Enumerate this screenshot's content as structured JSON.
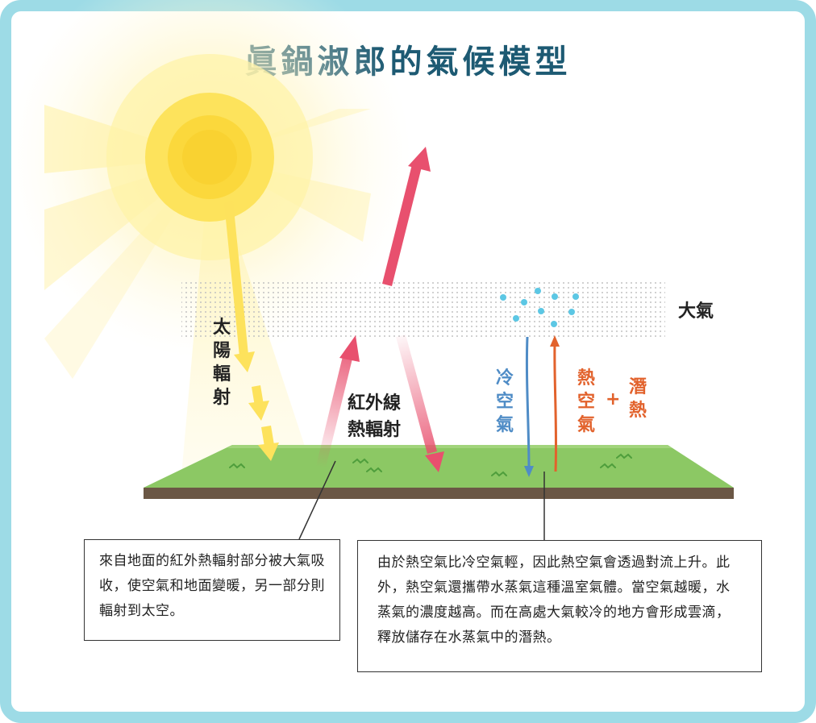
{
  "title": "眞鍋淑郎的氣候模型",
  "labels": {
    "atmosphere": "大氣",
    "solar_radiation": "太陽輻射",
    "infrared_line1": "紅外線",
    "infrared_line2": "熱輻射",
    "cold_air": "冷空氣",
    "hot_air": "熱空氣",
    "plus": "+",
    "latent_heat": "潛熱"
  },
  "notes": {
    "left": "來自地面的紅外熱輻射部分被大氣吸收，使空氣和地面變暖，另一部分則輻射到太空。",
    "right": "由於熱空氣比冷空氣輕，因此熱空氣會透過對流上升。此外，熱空氣還攜帶水蒸氣這種溫室氣體。當空氣越暖，水蒸氣的濃度越高。而在高處大氣較冷的地方會形成雲滴，釋放儲存在水蒸氣中的潛熱。"
  },
  "colors": {
    "frame": "#9ddbe6",
    "title": "#1d5a73",
    "sun": "#fbd83c",
    "infrared_arrow": "#e8506e",
    "cold_arrow": "#4f8cc6",
    "hot_arrow": "#e2622c",
    "ground": "#8cc864",
    "soil": "#6b5745",
    "droplet": "#5cc7e4"
  }
}
